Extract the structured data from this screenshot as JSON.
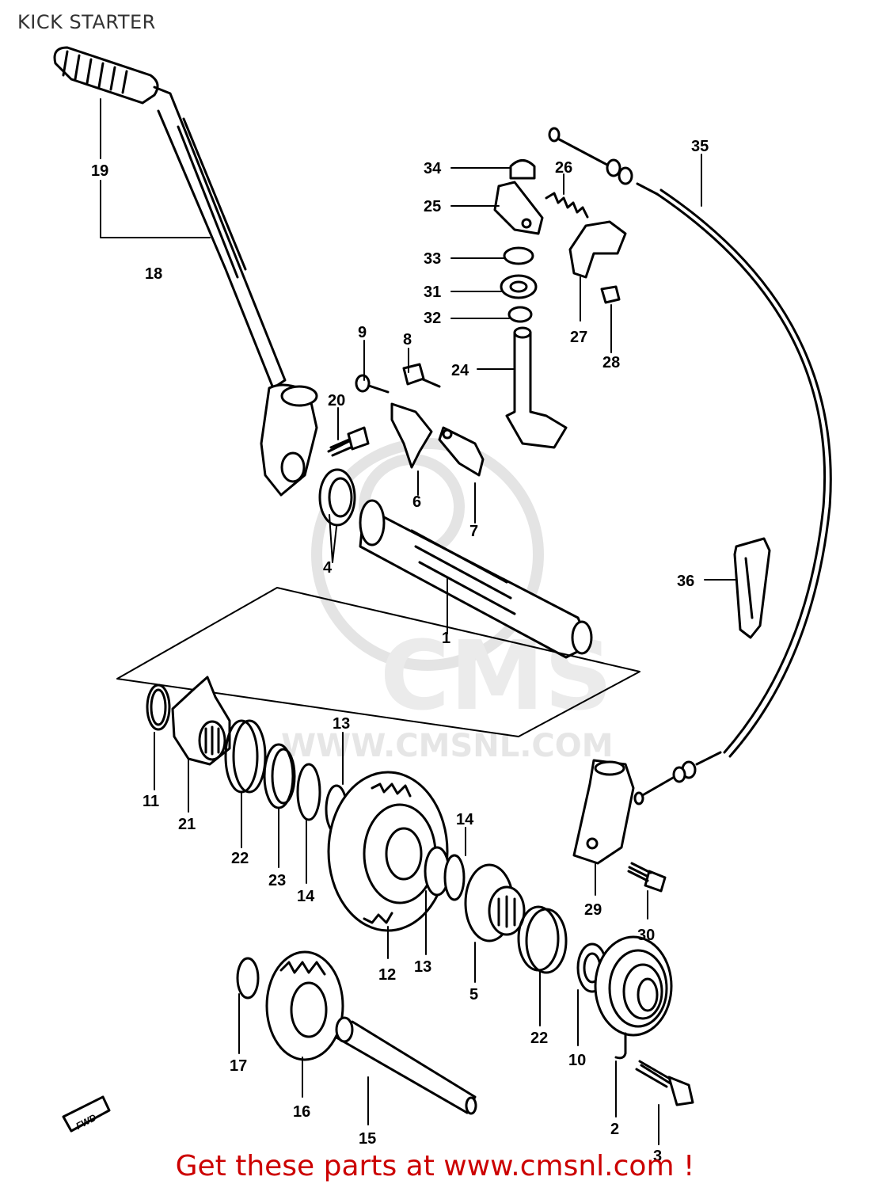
{
  "title": "KICK STARTER",
  "footer": "Get these parts at www.cmsnl.com !",
  "watermark": {
    "brand": "CMS",
    "url": "WWW.CMSNL.COM"
  },
  "fwd_badge": "FWD",
  "callouts": [
    "1",
    "2",
    "3",
    "4",
    "5",
    "6",
    "7",
    "8",
    "9",
    "10",
    "11",
    "12",
    "13",
    "13",
    "14",
    "14",
    "15",
    "16",
    "17",
    "18",
    "19",
    "20",
    "21",
    "22",
    "22",
    "23",
    "24",
    "25",
    "26",
    "27",
    "28",
    "29",
    "30",
    "31",
    "32",
    "33",
    "34",
    "35",
    "36"
  ],
  "colors": {
    "ink": "#000000",
    "footer": "#cc0000",
    "watermark": "#e6e6e6"
  }
}
